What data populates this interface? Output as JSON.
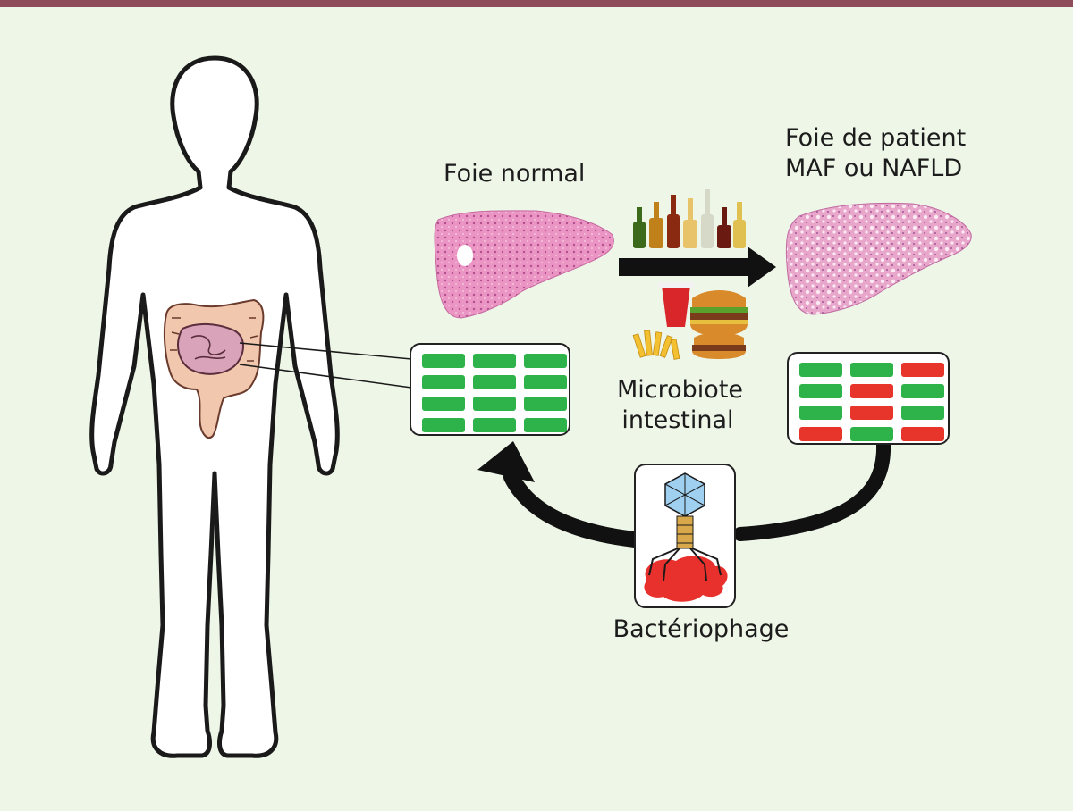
{
  "labels": {
    "normal_liver": "Foie normal",
    "patient_liver_line1": "Foie de patient",
    "patient_liver_line2": "MAF ou NAFLD",
    "microbiota_line1": "Microbiote",
    "microbiota_line2": "intestinal",
    "phage": "Bactériophage"
  },
  "icons": {
    "body": "human-body-silhouette-icon",
    "intestine": "intestine-icon",
    "normal_liver": "normal-liver-histology-icon",
    "diseased_liver": "diseased-liver-histology-icon",
    "alcohol": "alcohol-bottles-icon",
    "fastfood": "fast-food-icon",
    "phage": "bacteriophage-icon"
  },
  "microbiota_grids": {
    "healthy": [
      [
        "green",
        "green",
        "green"
      ],
      [
        "green",
        "green",
        "green"
      ],
      [
        "green",
        "green",
        "green"
      ],
      [
        "green",
        "green",
        "green"
      ]
    ],
    "diseased": [
      [
        "green",
        "green",
        "red"
      ],
      [
        "green",
        "red",
        "green"
      ],
      [
        "green",
        "red",
        "green"
      ],
      [
        "red",
        "green",
        "red"
      ]
    ]
  },
  "colors": {
    "background": "#eef6e8",
    "top_bar": "#8e4b59",
    "green": "#2db34a",
    "red": "#e8352b",
    "liver_pink": "#e98fbf",
    "phage_red": "#e8302c"
  }
}
